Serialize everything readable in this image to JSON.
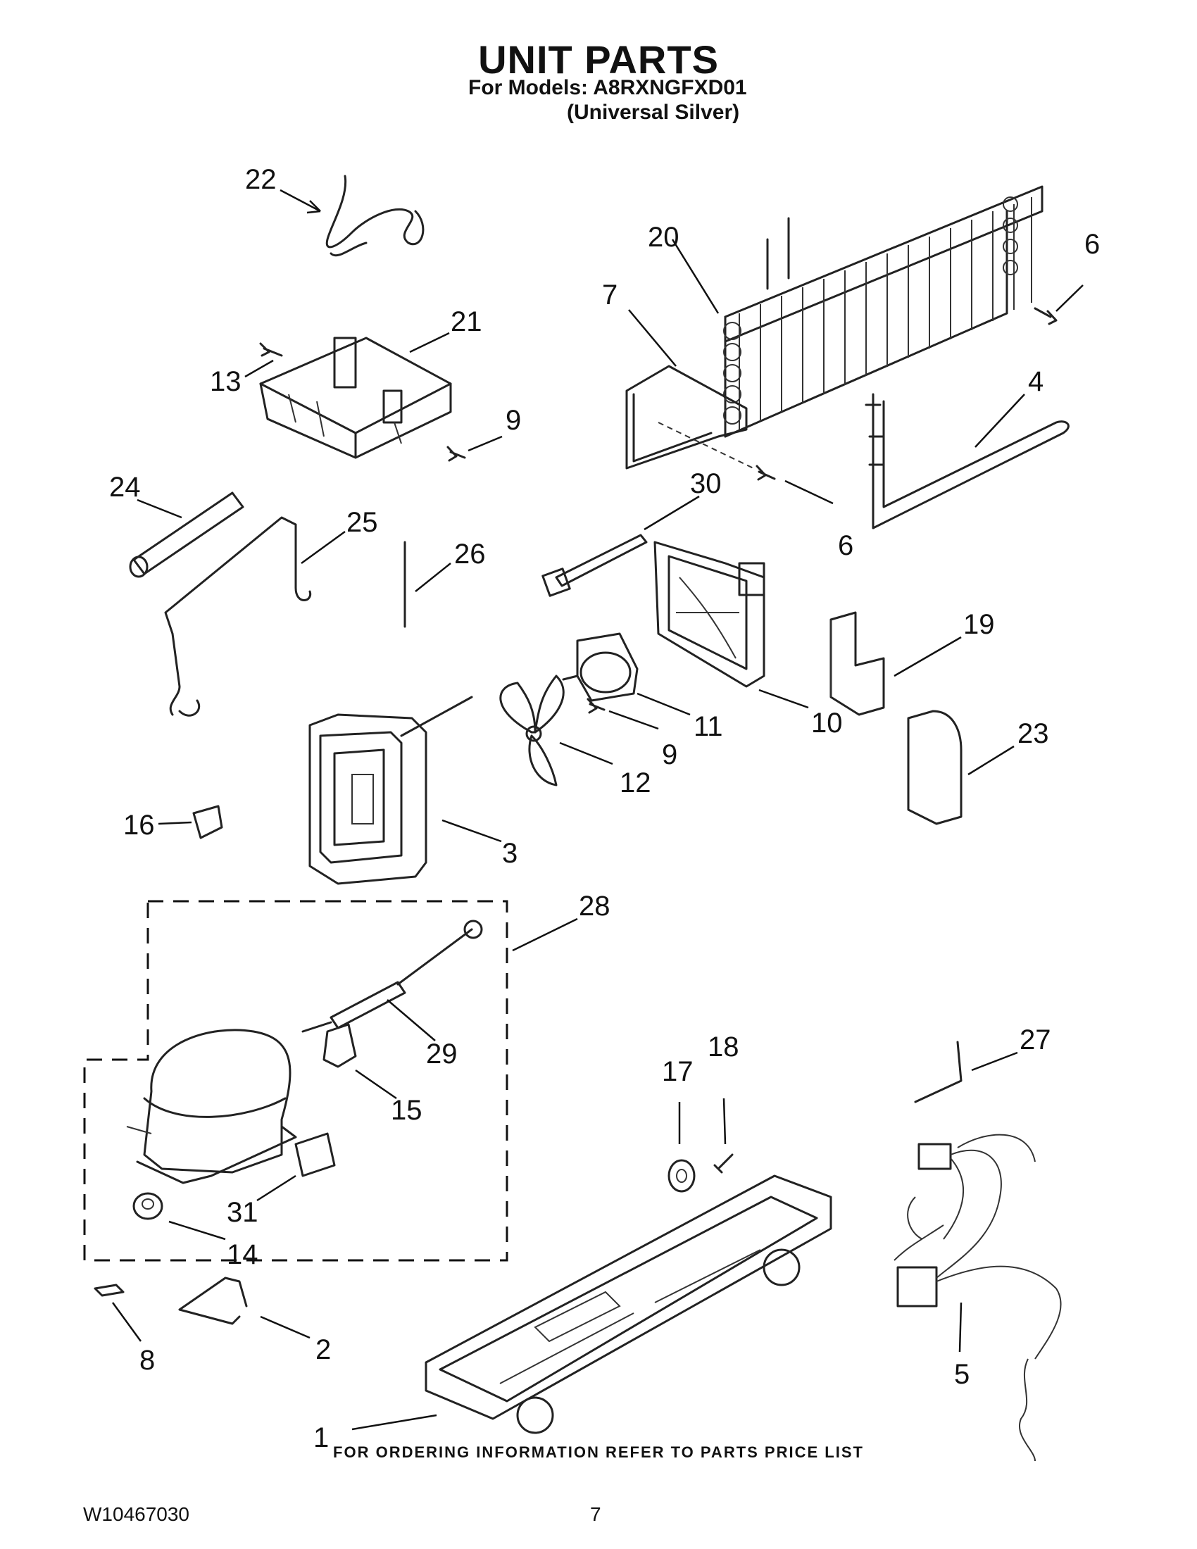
{
  "header": {
    "title": "UNIT PARTS",
    "models_line": "For Models: A8RXNGFXD01",
    "color_line": "(Universal Silver)"
  },
  "callouts": {
    "c1": "1",
    "c2": "2",
    "c3": "3",
    "c4": "4",
    "c5": "5",
    "c6a": "6",
    "c6b": "6",
    "c7": "7",
    "c8": "8",
    "c9a": "9",
    "c9b": "9",
    "c10": "10",
    "c11": "11",
    "c12": "12",
    "c13": "13",
    "c14": "14",
    "c15": "15",
    "c16": "16",
    "c17": "17",
    "c18": "18",
    "c19": "19",
    "c20": "20",
    "c21": "21",
    "c22": "22",
    "c23": "23",
    "c24": "24",
    "c25": "25",
    "c26": "26",
    "c27": "27",
    "c28": "28",
    "c29": "29",
    "c30": "30",
    "c31": "31"
  },
  "footer": {
    "ordering_note": "FOR ORDERING INFORMATION REFER TO PARTS PRICE LIST",
    "doc_number": "W10467030",
    "page_number": "7"
  }
}
